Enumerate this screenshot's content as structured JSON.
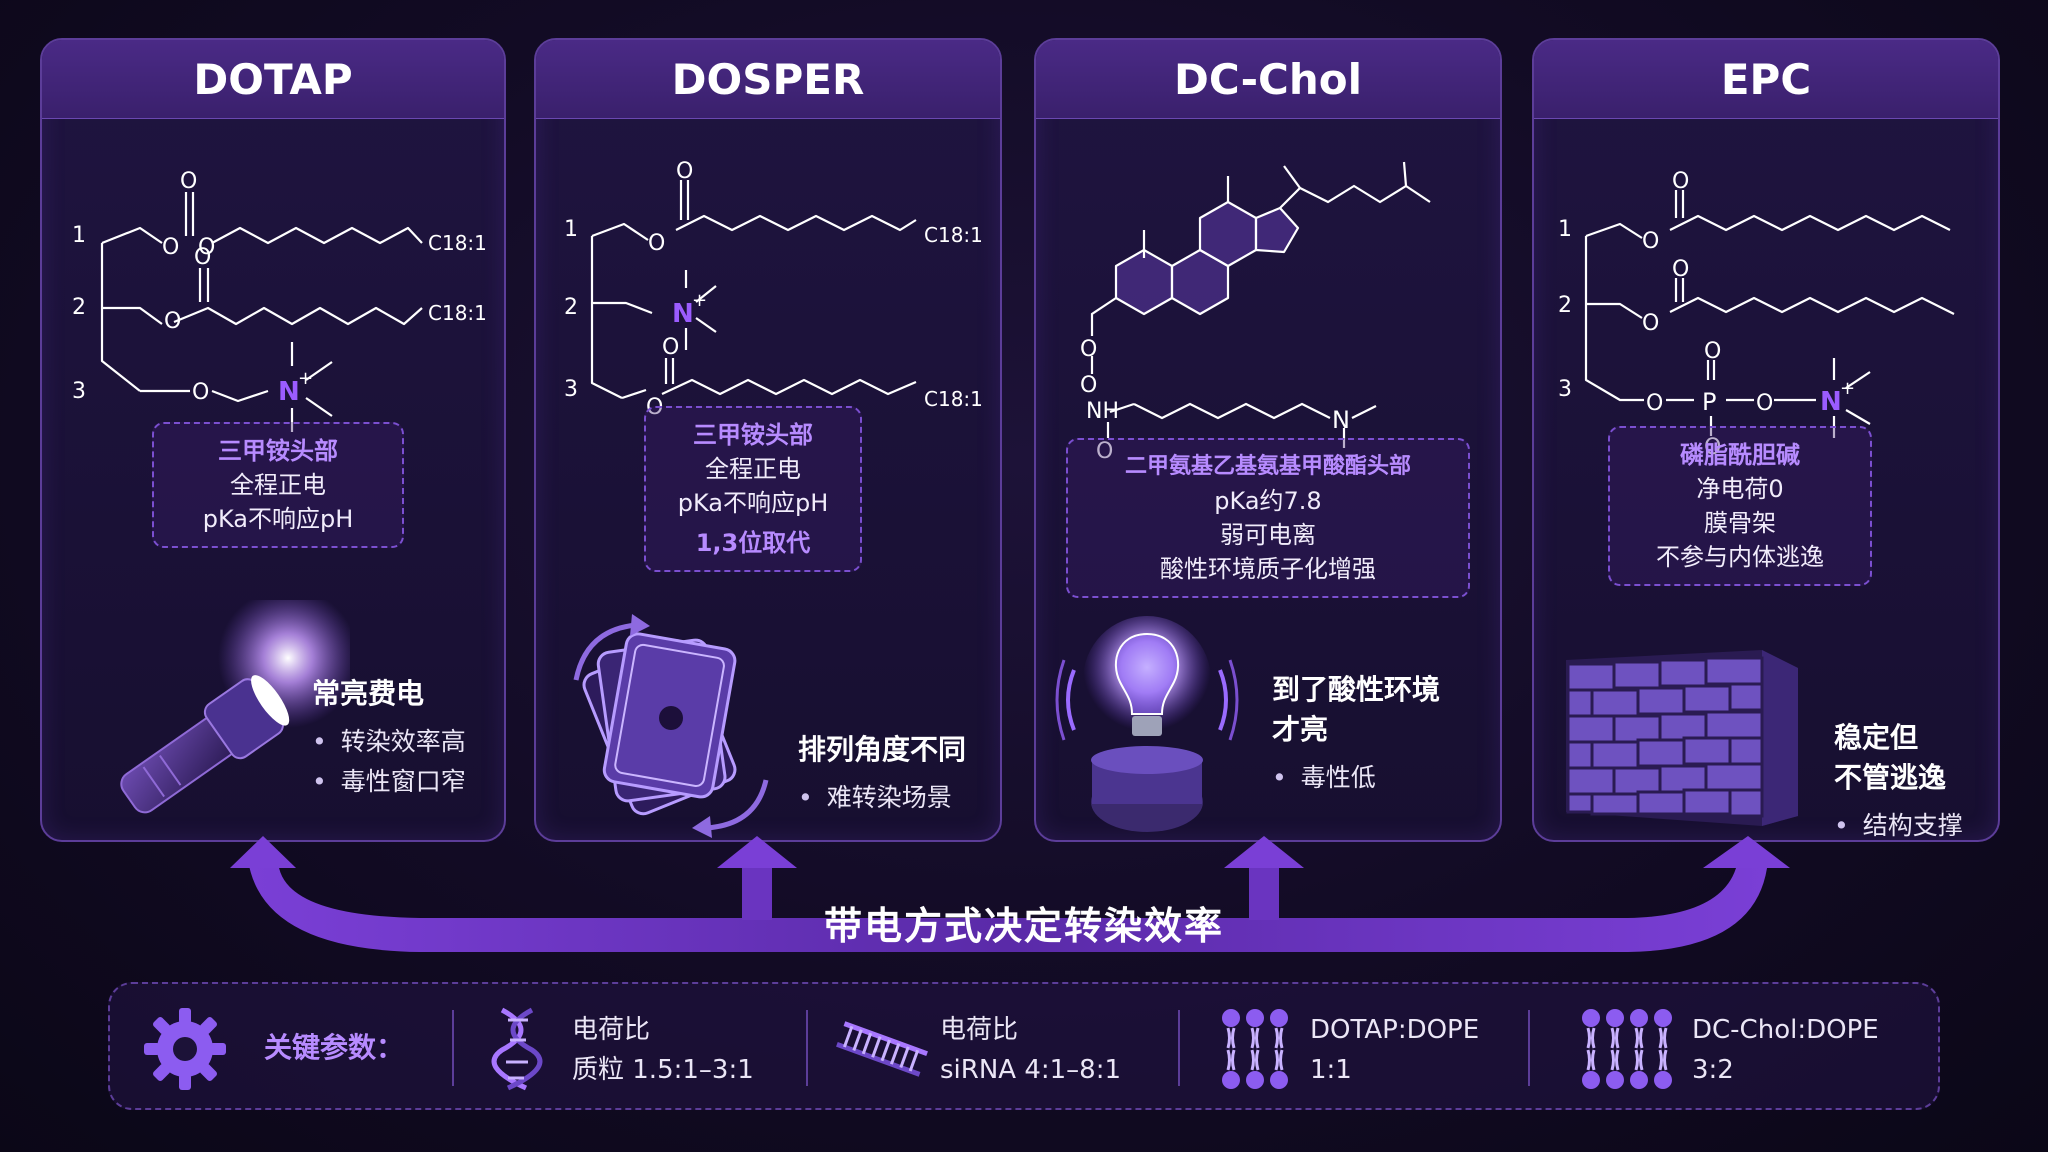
{
  "cards": [
    {
      "title": "DOTAP",
      "positions": [
        "1",
        "2",
        "3"
      ],
      "chain_labels": [
        "C18:1",
        "C18:1"
      ],
      "atoms": {
        "o": "O",
        "n": "N",
        "plus": "+"
      },
      "note": {
        "title": "三甲铵头部",
        "lines": [
          "全程正电",
          "pKa不响应pH"
        ]
      },
      "caption": {
        "title": "常亮费电",
        "bullets": [
          "转染效率高",
          "毒性窗口窄"
        ]
      }
    },
    {
      "title": "DOSPER",
      "positions": [
        "1",
        "2",
        "3"
      ],
      "chain_labels": [
        "C18:1",
        "C18:1"
      ],
      "atoms": {
        "o": "O",
        "n": "N",
        "plus": "+"
      },
      "note": {
        "title": "三甲铵头部",
        "lines": [
          "全程正电",
          "pKa不响应pH"
        ],
        "highlight": "1,3位取代"
      },
      "caption": {
        "title": "排列角度不同",
        "bullets": [
          "难转染场景"
        ]
      }
    },
    {
      "title": "DC-Chol",
      "atoms": {
        "o": "O",
        "n": "N",
        "nh": "NH"
      },
      "note": {
        "title": "二甲氨基乙基氨基甲酸酯头部",
        "lines": [
          "pKa约7.8",
          "弱可电离",
          "酸性环境质子化增强"
        ]
      },
      "caption": {
        "title_lines": [
          "到了酸性环境",
          "才亮"
        ],
        "bullets": [
          "毒性低"
        ]
      }
    },
    {
      "title": "EPC",
      "positions": [
        "1",
        "2",
        "3"
      ],
      "atoms": {
        "o": "O",
        "n": "N",
        "p": "P",
        "plus": "+"
      },
      "note": {
        "title": "磷脂酰胆碱",
        "lines": [
          "净电荷0",
          "膜骨架",
          "不参与内体逃逸"
        ]
      },
      "caption": {
        "title_lines": [
          "稳定但",
          "不管逃逸"
        ],
        "bullets": [
          "结构支撑"
        ]
      }
    }
  ],
  "banner": {
    "text": "带电方式决定转染效率"
  },
  "params": {
    "heading": "关键参数：",
    "items": [
      {
        "icon": "dna-icon",
        "label": "电荷比",
        "value": "质粒 1.5:1–3:1"
      },
      {
        "icon": "sirna-icon",
        "label": "电荷比",
        "value": "siRNA 4:1–8:1"
      },
      {
        "icon": "lipid-bilayer-icon",
        "label": "DOTAP:DOPE",
        "value": "1:1"
      },
      {
        "icon": "lipid-bilayer-icon",
        "label": "DC-Chol:DOPE",
        "value": "3:2"
      }
    ]
  },
  "colors": {
    "accent": "#7b4fd0",
    "highlight": "#b78bff",
    "nitrogen": "#9b5cff",
    "background": "#120b24"
  }
}
